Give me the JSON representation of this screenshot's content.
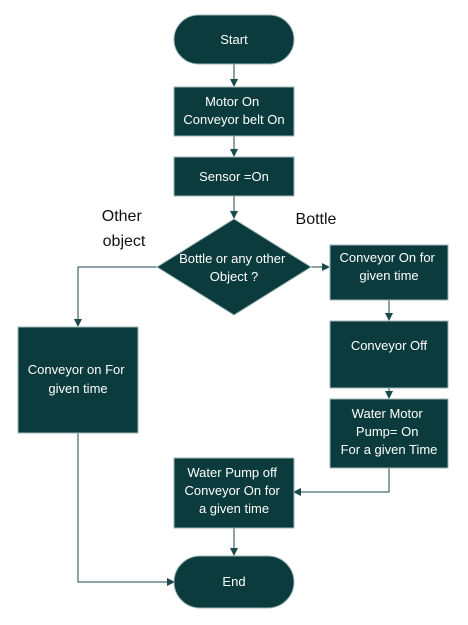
{
  "colors": {
    "node_fill": "#0b3b3c",
    "line": "#1a4a4b",
    "label_text": "#111111",
    "node_text": "#ffffff"
  },
  "nodes": {
    "start": {
      "lines": [
        "Start"
      ]
    },
    "motor_on": {
      "lines": [
        "Motor On",
        "Conveyor belt On"
      ]
    },
    "sensor_on": {
      "lines": [
        "Sensor =On"
      ]
    },
    "decision": {
      "lines": [
        "Bottle or any other",
        "Object ?"
      ]
    },
    "conveyor_on_for": {
      "lines": [
        "Conveyor On for",
        "given time"
      ]
    },
    "conveyor_off": {
      "lines": [
        "Conveyor Off"
      ]
    },
    "water_motor": {
      "lines": [
        "Water Motor",
        "Pump= On",
        "For a given Time"
      ]
    },
    "water_pump_off": {
      "lines": [
        "Water Pump off",
        "Conveyor On for",
        "a given time"
      ]
    },
    "conveyor_on_left": {
      "lines": [
        "Conveyor on For",
        "given time"
      ]
    },
    "end": {
      "lines": [
        "End"
      ]
    }
  },
  "edge_labels": {
    "other_object": [
      "Other",
      "object"
    ],
    "bottle": [
      "Bottle"
    ]
  }
}
